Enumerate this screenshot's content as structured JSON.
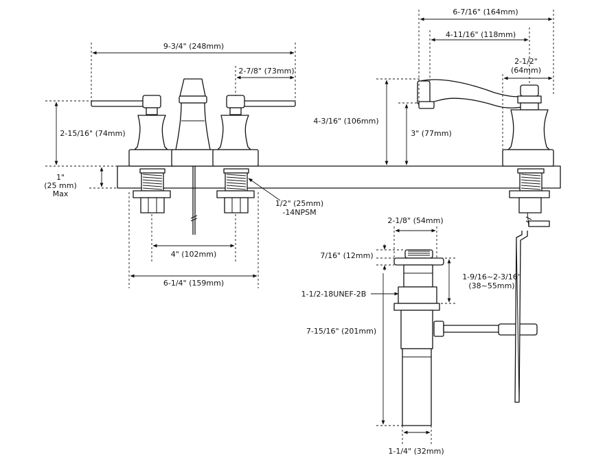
{
  "dimensions": {
    "spout_overall": "6-7/16\" (164mm)",
    "spout_reach": "4-11/16\" (118mm)",
    "handle_spread": "9-3/4\" (248mm)",
    "handle_width": "2-7/8\" (73mm)",
    "handle_height": "2-15/16\" (74mm)",
    "deck_max_line1": "1\"",
    "deck_max_line2": "(25 mm)",
    "deck_max_line3": "Max",
    "spout_height": "4-3/16\" (106mm)",
    "aerator_height": "3\" (77mm)",
    "spout_base_line1": "2-1/2\"",
    "spout_base_line2": "(64mm)",
    "thread_line1": "1/2\" (25mm)",
    "thread_line2": "-14NPSM",
    "centerset": "4\" (102mm)",
    "base_width": "6-1/4\" (159mm)",
    "drain_flange": "2-1/8\" (54mm)",
    "flange_height": "7/16\" (12mm)",
    "drain_range_line1": "1-9/16~2-3/16\"",
    "drain_range_line2": "(38~55mm)",
    "drain_thread": "1-1/2-18UNEF-2B",
    "drain_length": "7-15/16\" (201mm)",
    "tailpiece_dia": "1-1/4\" (32mm)"
  }
}
